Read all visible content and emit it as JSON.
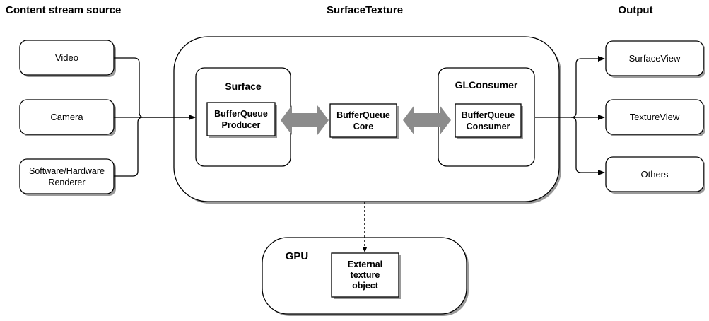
{
  "headings": {
    "source": "Content stream source",
    "surface_texture": "SurfaceTexture",
    "output": "Output"
  },
  "sources": {
    "video": "Video",
    "camera": "Camera",
    "renderer": "Software/Hardware\nRenderer"
  },
  "surface_texture": {
    "surface": {
      "title": "Surface",
      "producer": "BufferQueue\nProducer"
    },
    "core": "BufferQueue\nCore",
    "glconsumer": {
      "title": "GLConsumer",
      "consumer": "BufferQueue\nConsumer"
    }
  },
  "outputs": {
    "surfaceview": "SurfaceView",
    "textureview": "TextureView",
    "others": "Others"
  },
  "gpu": {
    "title": "GPU",
    "texture": "External\ntexture\nobject"
  },
  "colors": {
    "stroke": "#000000",
    "shadow": "#9a9a9a",
    "arrow_fill": "#8c8c8c"
  }
}
